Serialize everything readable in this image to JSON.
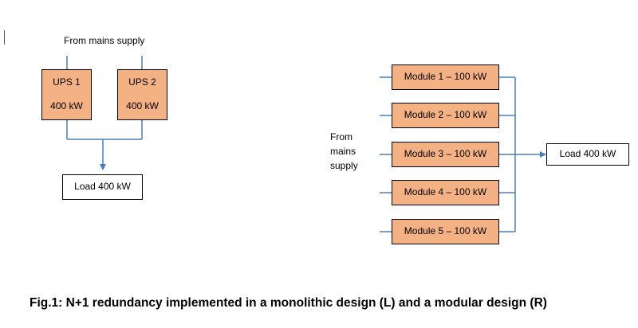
{
  "left_diagram": {
    "supply_label": "From mains supply",
    "ups_units": [
      {
        "name": "UPS 1",
        "power": "400 kW"
      },
      {
        "name": "UPS 2",
        "power": "400 kW"
      }
    ],
    "load_label": "Load 400 kW"
  },
  "right_diagram": {
    "supply_label_lines": [
      "From",
      "mains",
      "supply"
    ],
    "modules": [
      "Module 1 – 100 kW",
      "Module 2 – 100 kW",
      "Module 3 – 100 kW",
      "Module 4 – 100 kW",
      "Module 5 – 100 kW"
    ],
    "load_label": "Load 400 kW"
  },
  "caption": "Fig.1: N+1 redundancy implemented in a monolithic design (L) and a modular design (R)",
  "colors": {
    "box_fill": "#f4b183",
    "connector": "#4a7ebb",
    "border": "#000000"
  }
}
